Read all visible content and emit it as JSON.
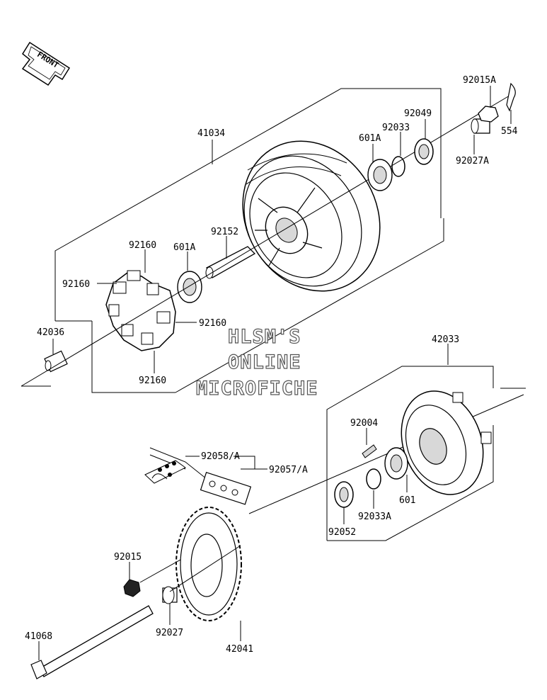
{
  "front_label": "FRONT",
  "watermark": {
    "line1": "HLSM'S",
    "line2": "ONLINE",
    "line3": "MICROFICHE"
  },
  "labels": {
    "p41034": "41034",
    "p92015A": "92015A",
    "p554": "554",
    "p92049": "92049",
    "p92033": "92033",
    "p601A_top": "601A",
    "p92027A": "92027A",
    "p92152": "92152",
    "p601A_mid": "601A",
    "p92160_top": "92160",
    "p92160_left": "92160",
    "p92160_right": "92160",
    "p92160_bottom": "92160",
    "p42036": "42036",
    "p42033": "42033",
    "p92004": "92004",
    "p92058A": "92058/A",
    "p92057A": "92057/A",
    "p601": "601",
    "p92033A": "92033A",
    "p92052": "92052",
    "p92015": "92015",
    "p92027": "92027",
    "p41068": "41068",
    "p42041": "42041"
  },
  "colors": {
    "line": "#000000",
    "part_fill": "#ffffff",
    "part_shade": "#d8d8d8",
    "dark": "#222222"
  }
}
